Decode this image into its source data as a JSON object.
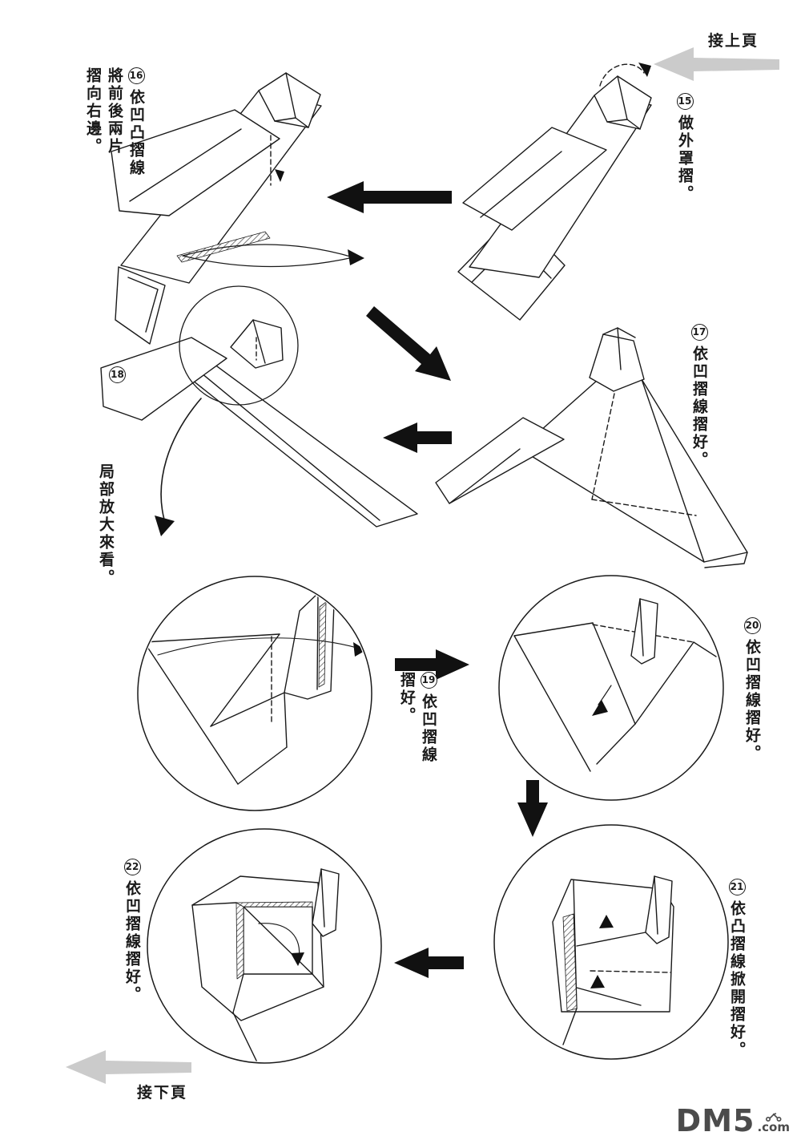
{
  "page": {
    "prev_page_label": "接上頁",
    "next_page_label": "接下頁",
    "watermark_main": "DM5",
    "watermark_suffix": ".com",
    "colors": {
      "ink": "#1a1a1a",
      "arrow_black": "#111111",
      "nav_arrow_gray": "#cbcbcb",
      "watermark_gray": "#4b4b4b",
      "paper": "#ffffff"
    }
  },
  "steps": {
    "s15": {
      "num": "15",
      "lines": [
        "做外罩摺。"
      ]
    },
    "s16": {
      "num": "16",
      "lines": [
        "依凹凸摺線",
        "將前後兩片",
        "摺向右邊。"
      ]
    },
    "s17": {
      "num": "17",
      "lines": [
        "依凹摺線摺好。"
      ]
    },
    "s18": {
      "num": "18",
      "note": "局部放大來看。"
    },
    "s19": {
      "num": "19",
      "lines": [
        "依凹摺線",
        "摺好。"
      ]
    },
    "s20": {
      "num": "20",
      "lines": [
        "依凹摺線摺好。"
      ]
    },
    "s21": {
      "num": "21",
      "lines": [
        "依凸摺線掀開摺好。"
      ]
    },
    "s22": {
      "num": "22",
      "lines": [
        "依凹摺線摺好。"
      ]
    }
  }
}
